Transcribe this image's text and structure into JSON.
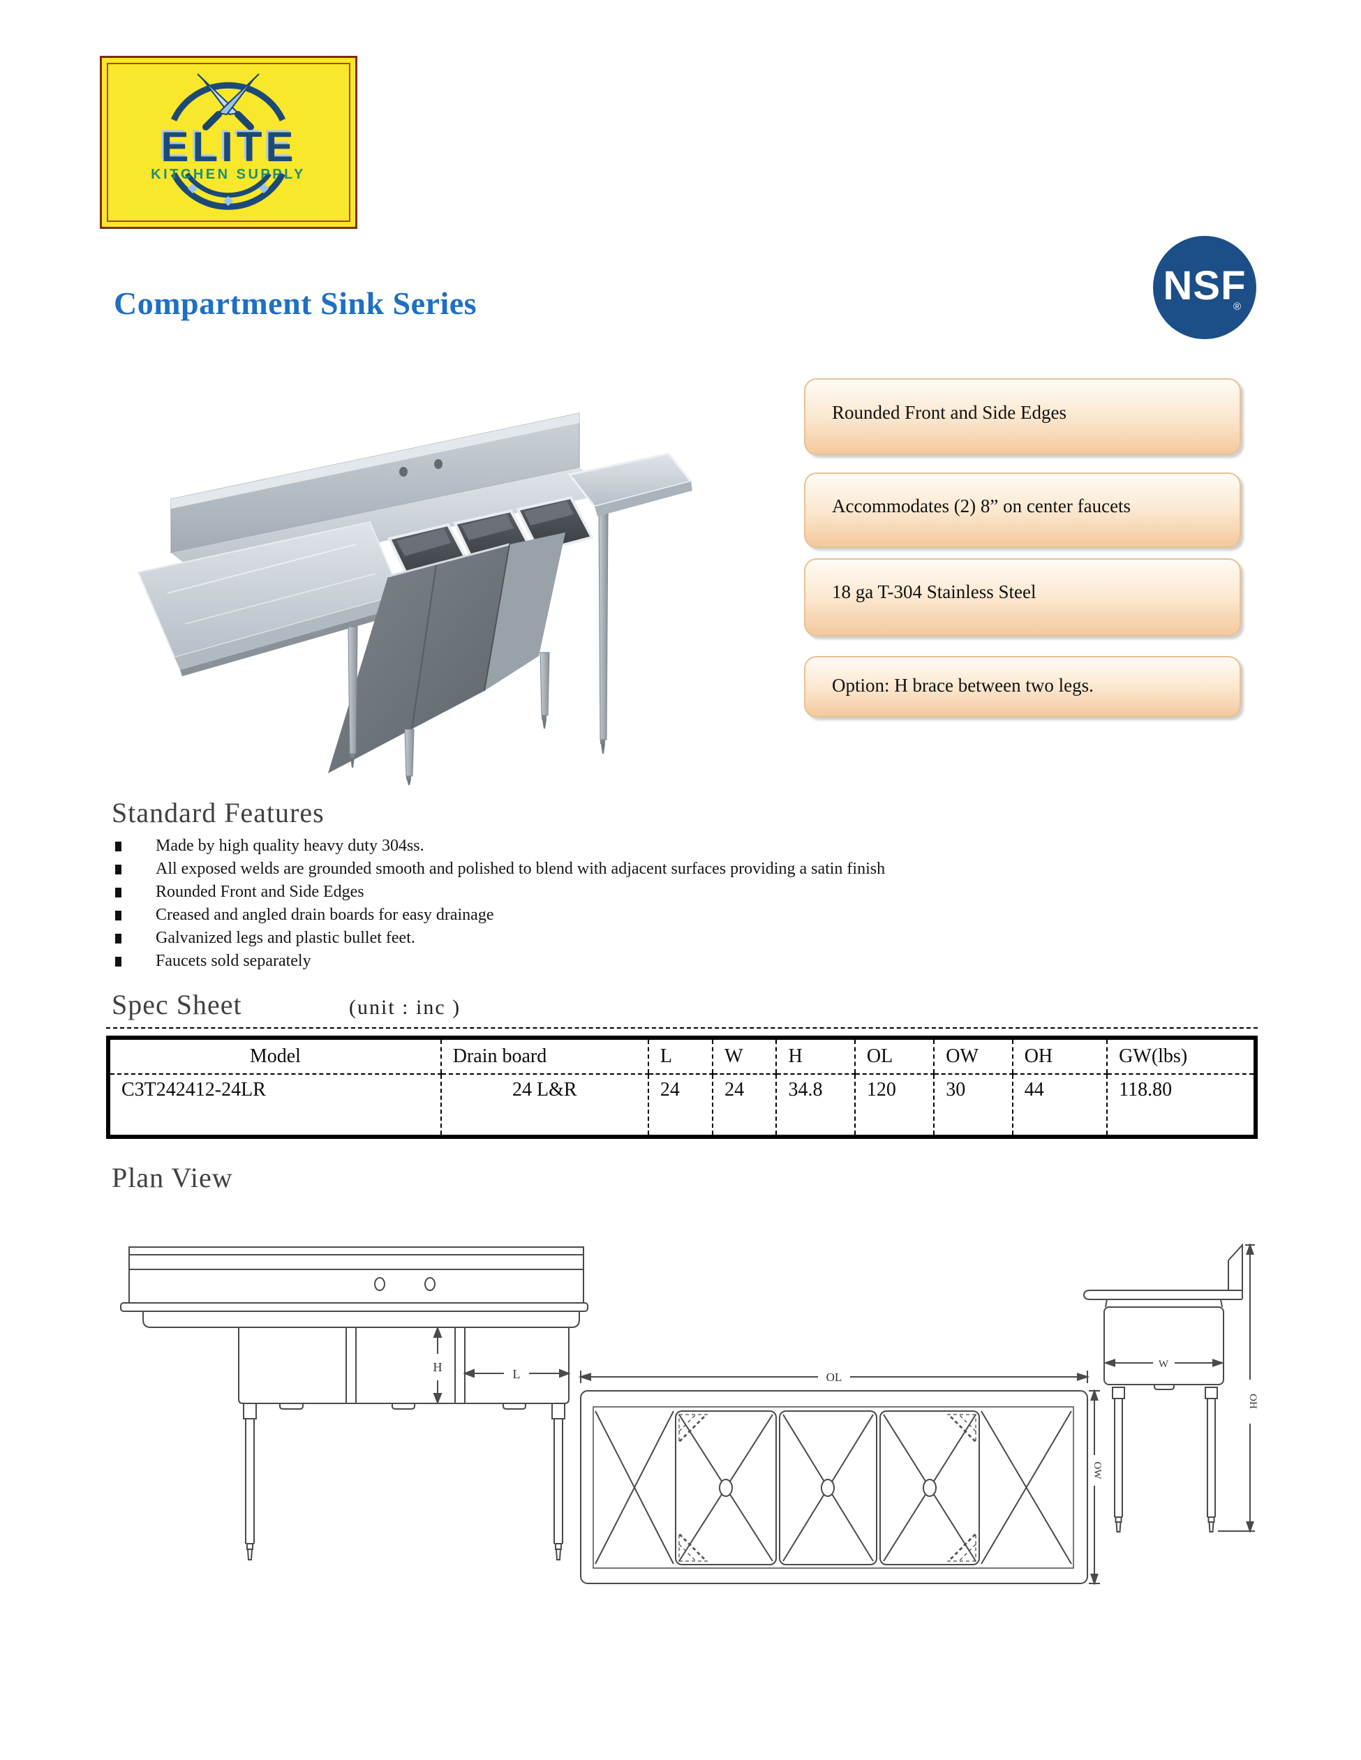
{
  "header": {
    "title": "Compartment Sink Series"
  },
  "logo": {
    "brand": "ELITE",
    "tagline": "KITCHEN SUPPLY"
  },
  "certification": {
    "label": "NSF",
    "registered_mark": "®"
  },
  "callouts": {
    "items": [
      "Rounded Front and Side Edges",
      "Accommodates (2) 8” on center faucets",
      "18 ga T-304 Stainless Steel",
      "Option: H brace between two legs."
    ]
  },
  "standard_features": {
    "heading": "Standard Features",
    "items": [
      "Made by high quality heavy duty 304ss.",
      "All exposed welds are grounded smooth and polished to blend with adjacent surfaces providing a satin finish",
      "Rounded Front and Side Edges",
      "Creased and angled drain boards for easy drainage",
      "Galvanized legs and plastic bullet feet.",
      "Faucets sold separately"
    ]
  },
  "spec_sheet": {
    "heading": "Spec Sheet",
    "unit_note": "(unit : inc )",
    "columns": [
      "Model",
      "Drain board",
      "L",
      "W",
      "H",
      "OL",
      "OW",
      "OH",
      "GW(lbs)"
    ],
    "rows": [
      [
        "C3T242412-24LR",
        "24 L&R",
        "24",
        "24",
        "34.8",
        "120",
        "30",
        "44",
        "118.80"
      ]
    ]
  },
  "plan_view": {
    "heading": "Plan View",
    "dim_labels": {
      "height": "H",
      "length": "L",
      "overall_length": "OL",
      "overall_width": "OW",
      "width": "W",
      "overall_height": "OH"
    }
  },
  "colors": {
    "title_blue": "#1f6fc4",
    "nsf_blue": "#1c4e87",
    "logo_yellow": "#f8e72b",
    "logo_navy": "#1c4a77",
    "logo_green": "#1e9070",
    "callout_peach": "#f4c99e"
  }
}
